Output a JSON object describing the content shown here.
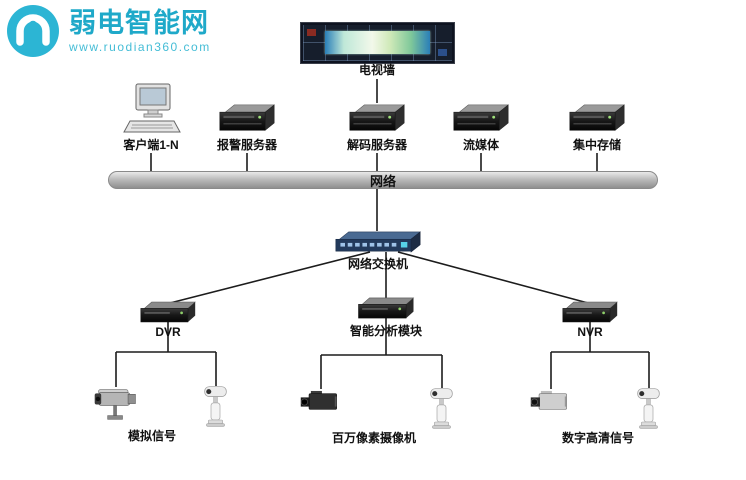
{
  "brand": {
    "name": "弱电智能网",
    "url": "www.ruodian360.com",
    "accent_color": "#1fa9c9"
  },
  "diagram": {
    "tv_wall_label": "电视墙",
    "network_label": "网络",
    "switch_label": "网络交换机",
    "top_devices": [
      {
        "label": "客户端1-N",
        "icon": "desktop-computer"
      },
      {
        "label": "报警服务器",
        "icon": "server"
      },
      {
        "label": "解码服务器",
        "icon": "server"
      },
      {
        "label": "流媒体",
        "icon": "server"
      },
      {
        "label": "集中存储",
        "icon": "server"
      }
    ],
    "branches": [
      {
        "label": "DVR",
        "icon": "recorder",
        "camera_group_label": "模拟信号",
        "cameras": [
          "bullet-camera",
          "ptz-camera"
        ]
      },
      {
        "label": "智能分析模块",
        "icon": "recorder",
        "camera_group_label": "百万像素摄像机",
        "cameras": [
          "box-camera",
          "ptz-camera"
        ]
      },
      {
        "label": "NVR",
        "icon": "recorder",
        "camera_group_label": "数字高清信号",
        "cameras": [
          "box-camera",
          "ptz-camera"
        ]
      }
    ],
    "colors": {
      "bus_gray": "#bcbcbc",
      "switch_navy": "#233a5c",
      "line_black": "#1c1c1c"
    }
  }
}
